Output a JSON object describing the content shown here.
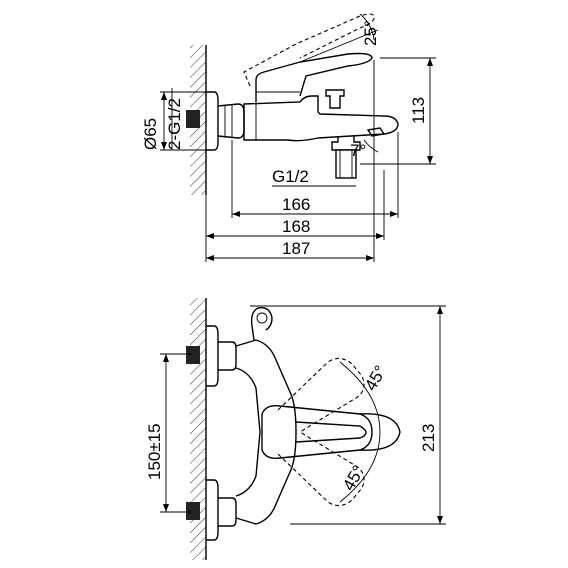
{
  "side_view": {
    "angle_lever": "25°",
    "angle_spout": "7°",
    "diameter": "Ø65",
    "connection_pair": "2-G1/2",
    "connection_outlet": "G1/2",
    "height": "113",
    "width_a": "166",
    "width_b": "168",
    "width_c": "187"
  },
  "front_view": {
    "angle_upper": "45°",
    "angle_lower": "45°",
    "centers": "150±15",
    "height": "213"
  }
}
